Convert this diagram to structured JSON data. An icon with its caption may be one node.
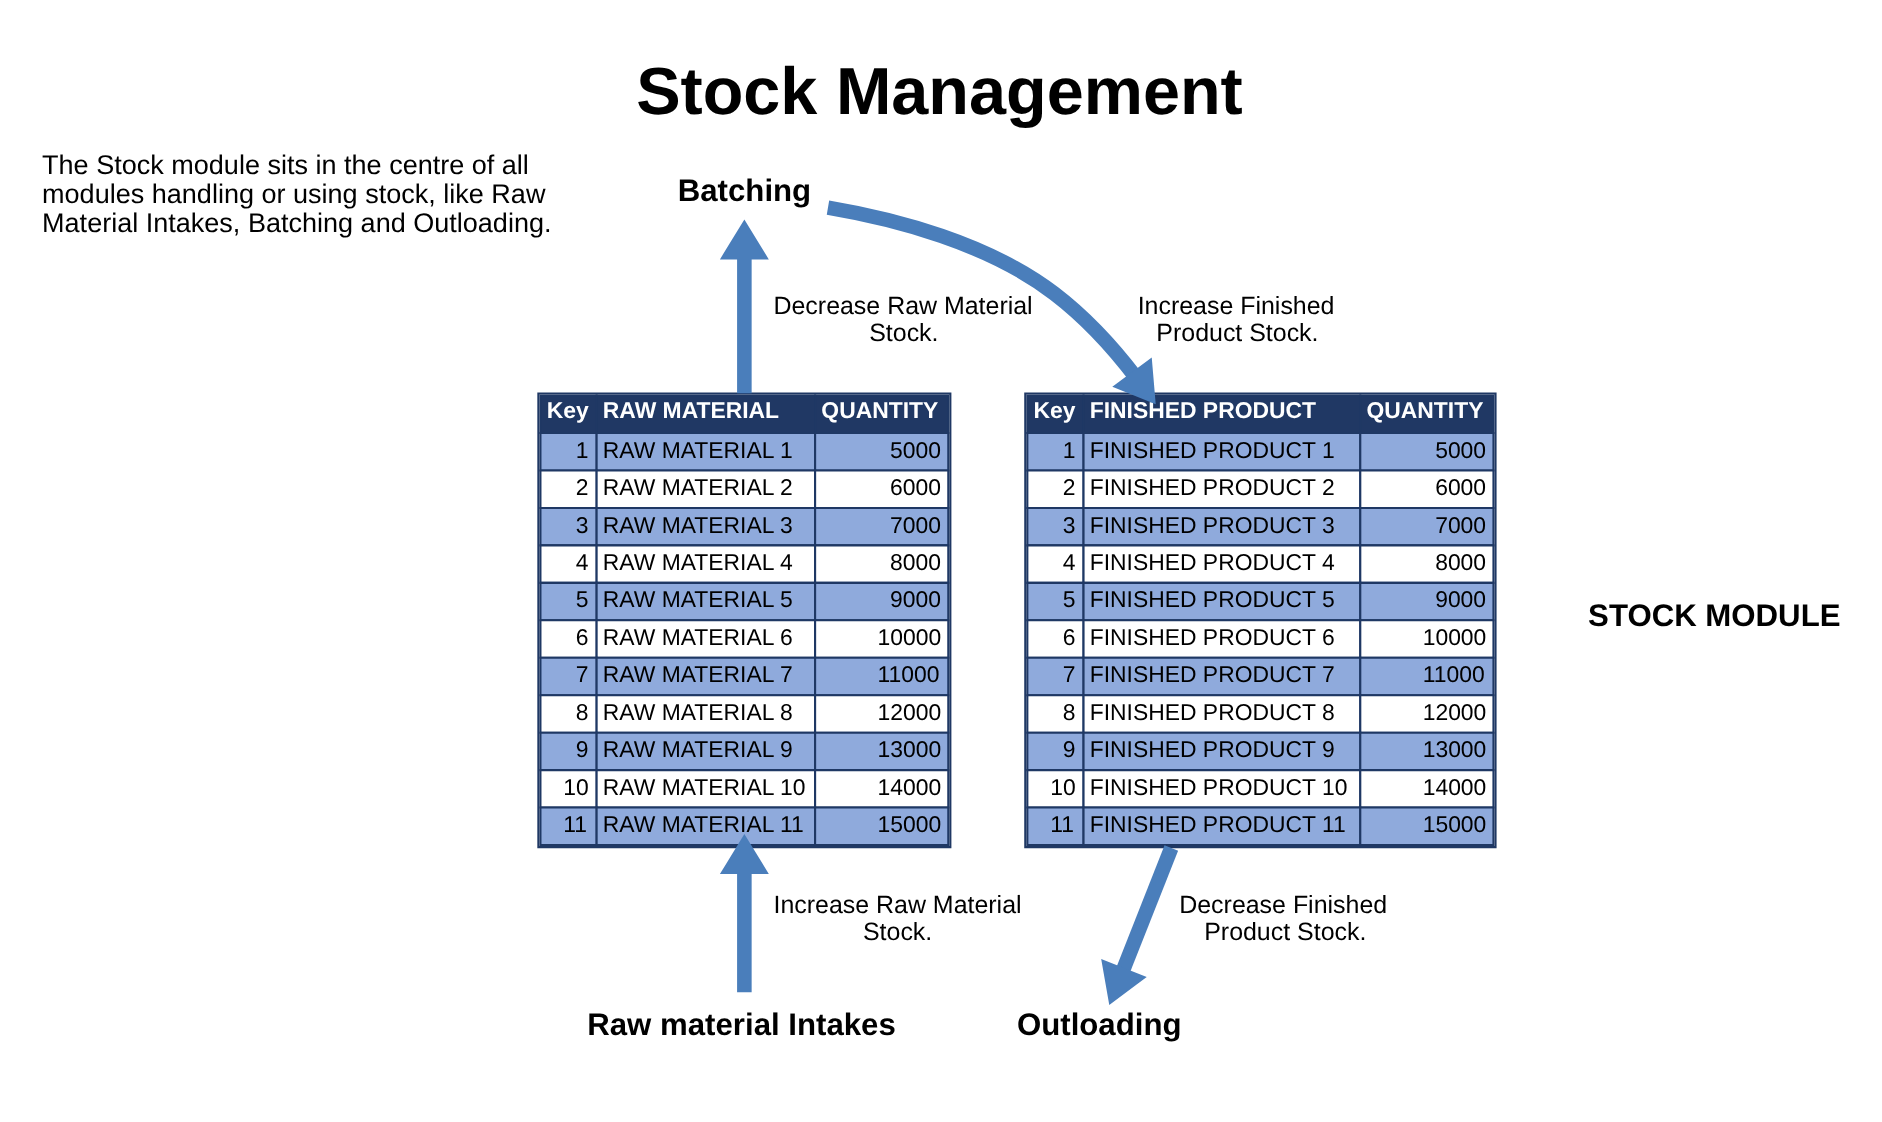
{
  "diagram": {
    "title": "Stock Management",
    "nodes": [
      {
        "text": [
          "Raw material Intakes"
        ]
      },
      {
        "text": [
          "Key",
          "RAW MATERIAL",
          "QUANTITY",
          "1",
          "RAW MATERIAL 1",
          "5000",
          "2",
          "RAW MATERIAL 2",
          "6000",
          "3",
          "RAW MATERIAL 3",
          "7000",
          "4",
          "RAW MATERIAL 4",
          "8000",
          "5",
          "RAW MATERIAL 5",
          "9000",
          "6",
          "RAW MATERIAL 6",
          "10000",
          "7",
          "RAW MATERIAL 7",
          "11000",
          "8",
          "RAW MATERIAL 8",
          "12000",
          "9",
          "RAW MATERIAL 9",
          "13000",
          "10",
          "RAW MATERIAL 10",
          "14000",
          "11",
          "RAW MATERIAL 11",
          "15000"
        ]
      },
      {
        "text": [
          "Batching"
        ]
      },
      {
        "text": [
          "Key",
          "FINISHED PRODUCT",
          "QUANTITY",
          "1",
          "FINISHED PRODUCT 1",
          "5000",
          "2",
          "FINISHED PRODUCT 2",
          "6000",
          "3",
          "FINISHED PRODUCT 3",
          "7000",
          "4",
          "FINISHED PRODUCT 4",
          "8000",
          "5",
          "FINISHED PRODUCT 5",
          "9000",
          "6",
          "FINISHED PRODUCT 6",
          "10000",
          "7",
          "FINISHED PRODUCT 7",
          "11000",
          "8",
          "FINISHED PRODUCT 8",
          "12000",
          "9",
          "FINISHED PRODUCT 9",
          "13000",
          "10",
          "FINISHED PRODUCT 10",
          "14000",
          "11",
          "FINISHED PRODUCT 11",
          "15000"
        ]
      },
      {
        "text": [
          "Outloading"
        ]
      }
    ],
    "edges": [
      {
        "from": 0,
        "to": 1,
        "arrow": "to",
        "label": "Increase Raw Material Stock."
      },
      {
        "from": 1,
        "to": 2,
        "arrow": "to",
        "label": "Decrease Raw Material Stock."
      },
      {
        "from": 2,
        "to": 3,
        "arrow": "to",
        "label": "Increase Finished Product Stock."
      },
      {
        "from": 3,
        "to": 4,
        "arrow": "to",
        "label": "Decrease Finished Product Stock."
      }
    ],
    "labels": [
      "The Stock module sits in the centre of all modules handling or using stock, like Raw Material Intakes, Batching and Outloading.",
      "STOCK MODULE"
    ]
  }
}
